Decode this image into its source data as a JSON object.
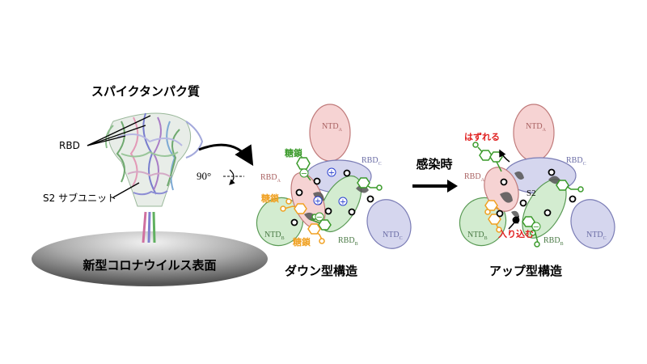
{
  "left": {
    "spike_title": "スパイクタンパク質",
    "rbd_label": "RBD",
    "s2_label": "S2 サブユニット",
    "surface_label": "新型コロナウイルス表面",
    "rotation_label": "90°"
  },
  "down": {
    "caption": "ダウン型構造",
    "ntd_a": "NTD",
    "ntd_a_sub": "A",
    "rbd_c": "RBD",
    "rbd_c_sub": "C",
    "rbd_a": "RBD",
    "rbd_a_sub": "A",
    "ntd_b": "NTD",
    "ntd_b_sub": "B",
    "rbd_b": "RBD",
    "rbd_b_sub": "B",
    "ntd_c": "NTD",
    "ntd_c_sub": "C",
    "glycan_top": "糖鎖",
    "glycan_left": "糖鎖",
    "glycan_bottom": "糖鎖",
    "plus_sign": "+",
    "minus_sign": "−"
  },
  "transition": {
    "label": "感染時"
  },
  "up": {
    "caption": "アップ型構造",
    "detach_label": "はずれる",
    "insert_label": "入り込む",
    "ntd_a": "NTD",
    "ntd_a_sub": "A",
    "rbd_c": "RBD",
    "rbd_c_sub": "C",
    "rbd_a": "RBD",
    "rbd_a_sub": "A",
    "s2": "S2",
    "ntd_b": "NTD",
    "ntd_b_sub": "B",
    "rbd_b": "RBD",
    "rbd_b_sub": "B",
    "ntd_c": "NTD",
    "ntd_c_sub": "C",
    "minus_sign": "−"
  },
  "colors": {
    "chain_a_fill": "#f6d3d3",
    "chain_a_stroke": "#c07a7a",
    "chain_b_fill": "#d3ecd0",
    "chain_b_stroke": "#5a9a55",
    "chain_c_fill": "#d5d6ee",
    "chain_c_stroke": "#7a7cb5",
    "glycan_green": "#3a9a2a",
    "glycan_orange": "#f0a020",
    "label_red": "#e02020",
    "plus_blue": "#2a40d0"
  }
}
